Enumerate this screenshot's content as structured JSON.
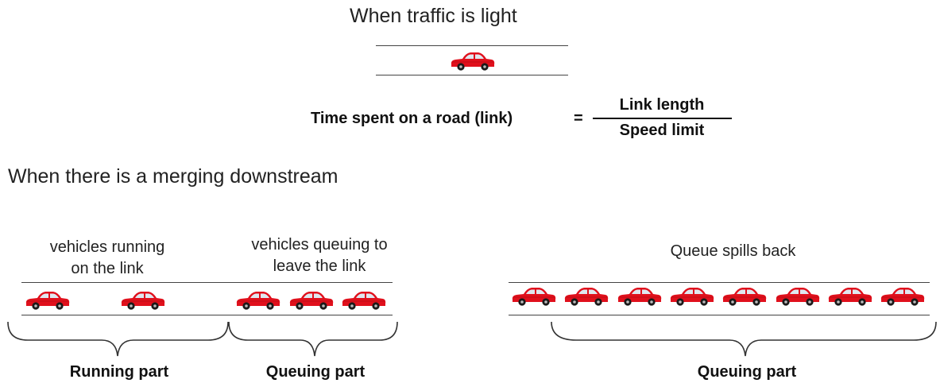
{
  "light": {
    "title": "When traffic is light"
  },
  "formula": {
    "lhs": "Time spent on a road (link)",
    "equals": "=",
    "numerator": "Link length",
    "denominator": "Speed limit"
  },
  "merging": {
    "title": "When there is a merging downstream",
    "label_running_line1": "vehicles running",
    "label_running_line2": "on the link",
    "label_queuing_line1": "vehicles queuing to",
    "label_queuing_line2": "leave the link",
    "label_spill": "Queue spills back",
    "brace_running": "Running part",
    "brace_queuing_left": "Queuing part",
    "brace_queuing_right": "Queuing part"
  },
  "colors": {
    "car_body": "#e0101c",
    "car_window": "#dfe8f0",
    "road_line": "#444444"
  }
}
